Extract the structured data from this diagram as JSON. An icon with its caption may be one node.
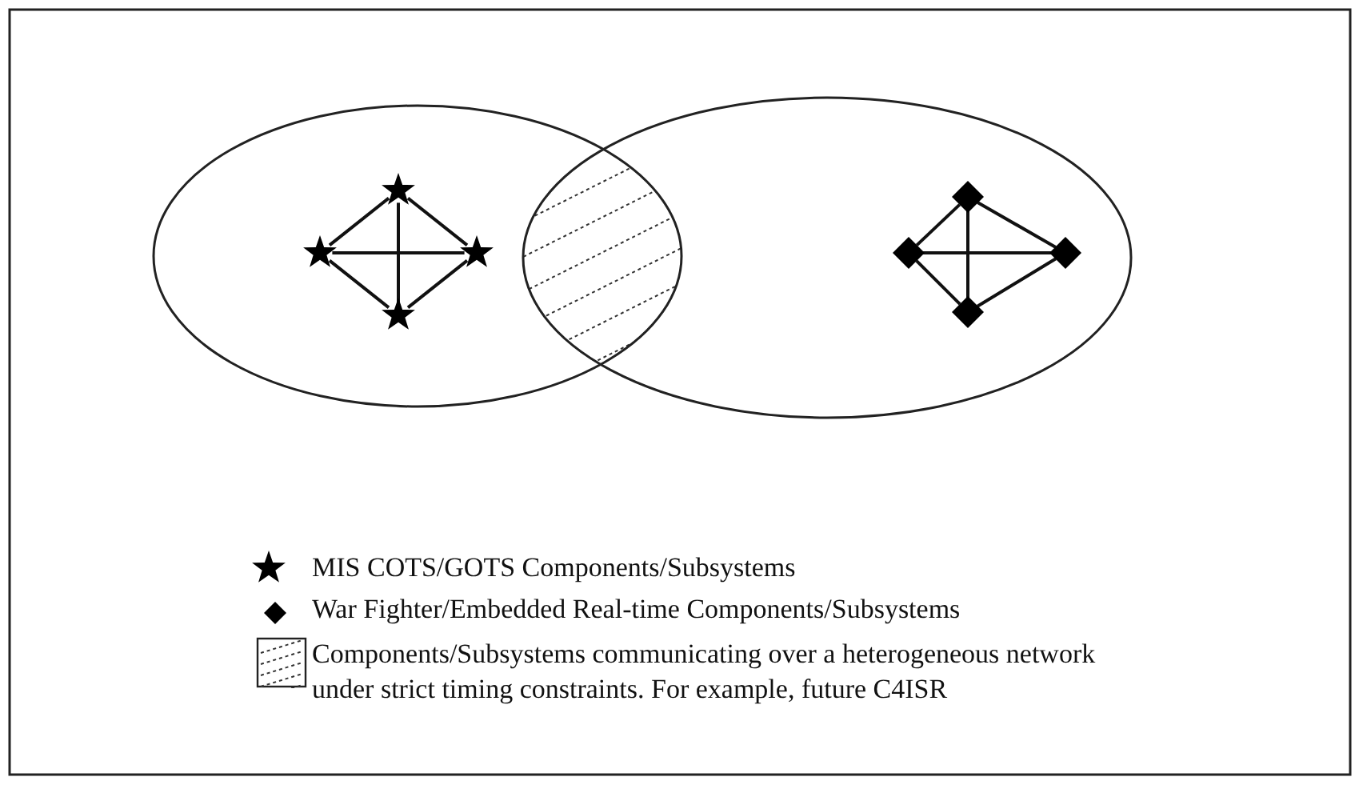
{
  "diagram": {
    "nodes": [
      {
        "text": [],
        "shape": "ellipse"
      },
      {
        "text": [],
        "shape": "ellipse"
      },
      {
        "text": [],
        "shape": "star",
        "in": 0
      },
      {
        "text": [],
        "shape": "star",
        "in": 0
      },
      {
        "text": [],
        "shape": "star",
        "in": 0
      },
      {
        "text": [],
        "shape": "star",
        "in": 0
      },
      {
        "text": [],
        "shape": "diamond",
        "in": 1
      },
      {
        "text": [],
        "shape": "diamond",
        "in": 1
      },
      {
        "text": [],
        "shape": "diamond",
        "in": 1
      },
      {
        "text": [],
        "shape": "diamond",
        "in": 1
      }
    ],
    "edges": [
      {
        "from": 2,
        "to": 3,
        "arrow": "none"
      },
      {
        "from": 2,
        "to": 4,
        "arrow": "none"
      },
      {
        "from": 3,
        "to": 5,
        "arrow": "none"
      },
      {
        "from": 4,
        "to": 5,
        "arrow": "none"
      },
      {
        "from": 3,
        "to": 4,
        "arrow": "none"
      },
      {
        "from": 2,
        "to": 5,
        "arrow": "none"
      },
      {
        "from": 6,
        "to": 7,
        "arrow": "none"
      },
      {
        "from": 6,
        "to": 8,
        "arrow": "none"
      },
      {
        "from": 7,
        "to": 9,
        "arrow": "none"
      },
      {
        "from": 8,
        "to": 9,
        "arrow": "none"
      },
      {
        "from": 7,
        "to": 8,
        "arrow": "none"
      },
      {
        "from": 6,
        "to": 9,
        "arrow": "none"
      }
    ],
    "legend": [
      {
        "text": "MIS COTS/GOTS Components/Subsystems"
      },
      {
        "text": "War Fighter/Embedded Real-time Components/Subsystems"
      },
      {
        "text": "Components/Subsystems communicating over a heterogeneous network under strict timing constraints. For example, future C4ISR"
      }
    ]
  }
}
